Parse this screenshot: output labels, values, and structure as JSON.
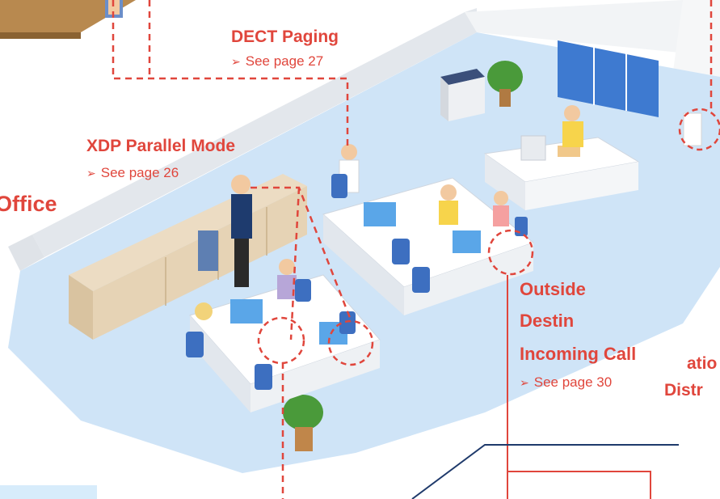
{
  "labels": {
    "dect_paging": "DECT Paging",
    "dect_paging_ref": "See page 27",
    "xdp_parallel": "XDP Parallel Mode",
    "xdp_parallel_ref": "See page 26",
    "office": "Office",
    "outside": "Outside",
    "destin": "Destin",
    "incoming_call": "Incoming Call",
    "incoming_call_ref": "See page 30",
    "atio": "atio",
    "distr": "Distr"
  },
  "glyphs": {
    "bullet_arrow": "➢"
  },
  "colors": {
    "accent_red": "#e0463c",
    "floor": "#cfe4f7",
    "wall": "#eef1f4",
    "desk": "#ffffff",
    "chair": "#3d6fc0",
    "navy_line": "#1f3a6b",
    "cabinet": "#e6d3b5",
    "wood": "#b8894f"
  }
}
